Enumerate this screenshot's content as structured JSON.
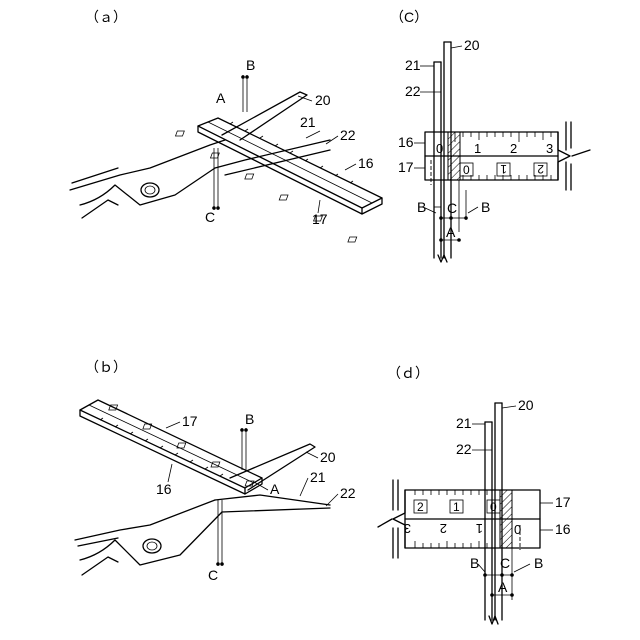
{
  "panels": {
    "a": {
      "caption": "（ａ）",
      "labels": {
        "A": "A",
        "B": "B",
        "C": "C",
        "n20": "20",
        "n21": "21",
        "n22": "22",
        "n16": "16",
        "n17": "17"
      }
    },
    "b": {
      "caption": "（ｂ）",
      "labels": {
        "A": "A",
        "B": "B",
        "C": "C",
        "n20": "20",
        "n21": "21",
        "n22": "22",
        "n16": "16",
        "n17": "17"
      }
    },
    "c": {
      "caption": "（C）",
      "labels": {
        "n20": "20",
        "n21": "21",
        "n22": "22",
        "n16": "16",
        "n17": "17",
        "A": "A",
        "B1": "B",
        "B2": "B",
        "C": "C"
      },
      "scale_top": [
        "0",
        "1",
        "2",
        "3"
      ],
      "scale_bottom": [
        "0",
        "1",
        "2"
      ]
    },
    "d": {
      "caption": "（ｄ）",
      "labels": {
        "n20": "20",
        "n21": "21",
        "n22": "22",
        "n17": "17",
        "n16": "16",
        "A": "A",
        "B1": "B",
        "B2": "B",
        "C": "C"
      },
      "scale_top": [
        "2",
        "1",
        "0"
      ],
      "scale_bottom": [
        "3",
        "2",
        "1",
        "0"
      ]
    }
  }
}
